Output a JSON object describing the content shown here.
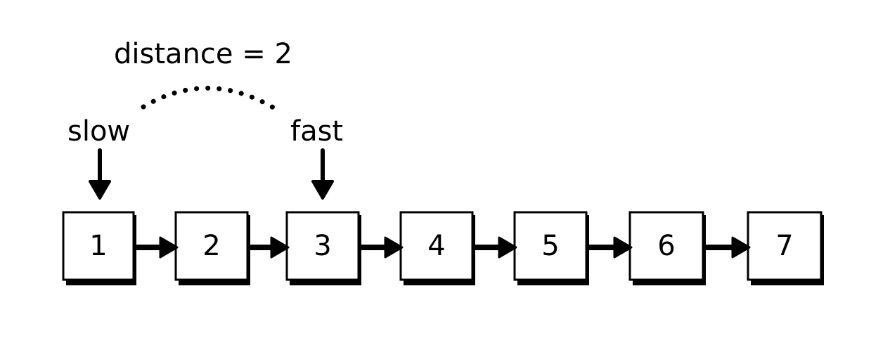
{
  "distance_label": "distance = 2",
  "pointers": {
    "slow": {
      "label": "slow",
      "node_index": 0
    },
    "fast": {
      "label": "fast",
      "node_index": 2
    }
  },
  "nodes": [
    "1",
    "2",
    "3",
    "4",
    "5",
    "6",
    "7"
  ]
}
